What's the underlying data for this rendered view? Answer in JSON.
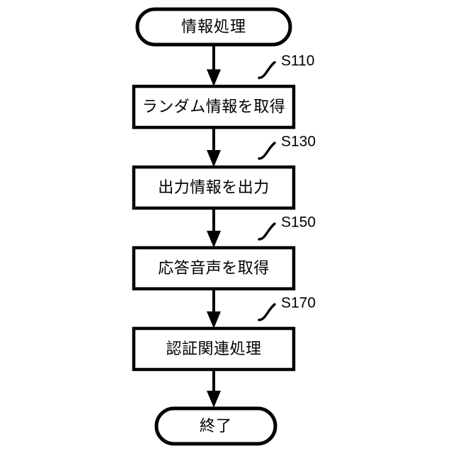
{
  "diagram": {
    "type": "flowchart",
    "title_text": "情報処理",
    "orientation": "vertical",
    "background_color": "#ffffff",
    "line_color": "#000000",
    "fill_color": "#ffffff"
  },
  "nodes": [
    {
      "id": "start",
      "shape": "terminal",
      "label": "情報処理",
      "step": null
    },
    {
      "id": "s110",
      "shape": "process",
      "label": "ランダム情報を取得",
      "step": "S110"
    },
    {
      "id": "s130",
      "shape": "process",
      "label": "出力情報を出力",
      "step": "S130"
    },
    {
      "id": "s150",
      "shape": "process",
      "label": "応答音声を取得",
      "step": "S150"
    },
    {
      "id": "s170",
      "shape": "process",
      "label": "認証関連処理",
      "step": "S170"
    },
    {
      "id": "end",
      "shape": "terminal",
      "label": "終了",
      "step": null
    }
  ],
  "step_labels": [
    {
      "text": "S110"
    },
    {
      "text": "S130"
    },
    {
      "text": "S150"
    },
    {
      "text": "S170"
    }
  ],
  "connectors": [
    {
      "from": "start",
      "to": "s110",
      "arrow": "down"
    },
    {
      "from": "s110",
      "to": "s130",
      "arrow": "down"
    },
    {
      "from": "s130",
      "to": "s150",
      "arrow": "down"
    },
    {
      "from": "s150",
      "to": "s170",
      "arrow": "down"
    },
    {
      "from": "s170",
      "to": "end",
      "arrow": "down"
    }
  ]
}
